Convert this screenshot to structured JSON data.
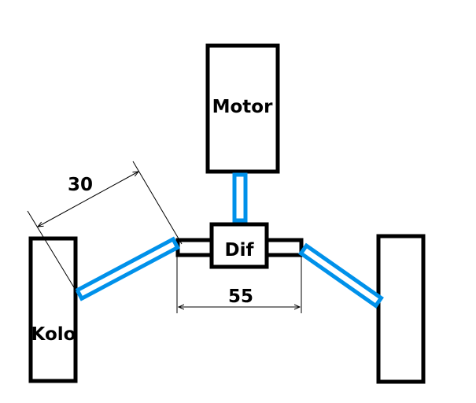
{
  "labels": {
    "motor": "Motor",
    "differential": "Dif",
    "wheel": "Kolo"
  },
  "dimensions": {
    "axle_length": "30",
    "differential_width": "55"
  },
  "colors": {
    "outline": "#000000",
    "shaft": "#0091ea"
  }
}
